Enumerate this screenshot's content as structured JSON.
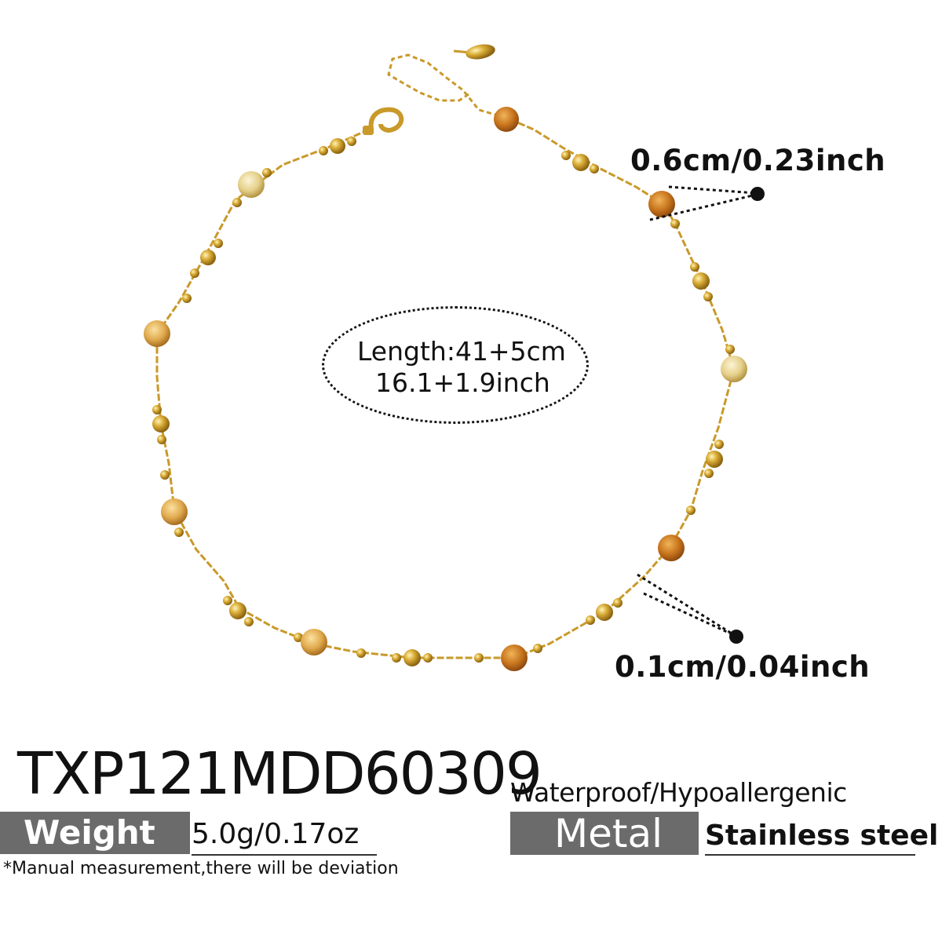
{
  "dimensions": {
    "bead_size": "0.6cm/0.23inch",
    "chain_size": "0.1cm/0.04inch",
    "length_line1": "Length:41+5cm",
    "length_line2": "16.1+1.9inch"
  },
  "product": {
    "code": "TXP121MDD60309",
    "features": "Waterproof/Hypoallergenic",
    "weight_label": "Weight",
    "weight_value": "5.0g/0.17oz",
    "metal_label": "Metal",
    "metal_value": "Stainless steel",
    "note": "*Manual measurement,there will be deviation"
  },
  "colors": {
    "gold": "#d4a62a",
    "gold_light": "#f3d77a",
    "gold_dark": "#9a7212",
    "stone_amber": "#c8781c",
    "stone_pale": "#e8d79a",
    "tag_gray": "#6b6b6b"
  },
  "icons": [
    "necklace-image",
    "clasp-icon",
    "tag-charm-icon",
    "measure-dot-icon"
  ]
}
